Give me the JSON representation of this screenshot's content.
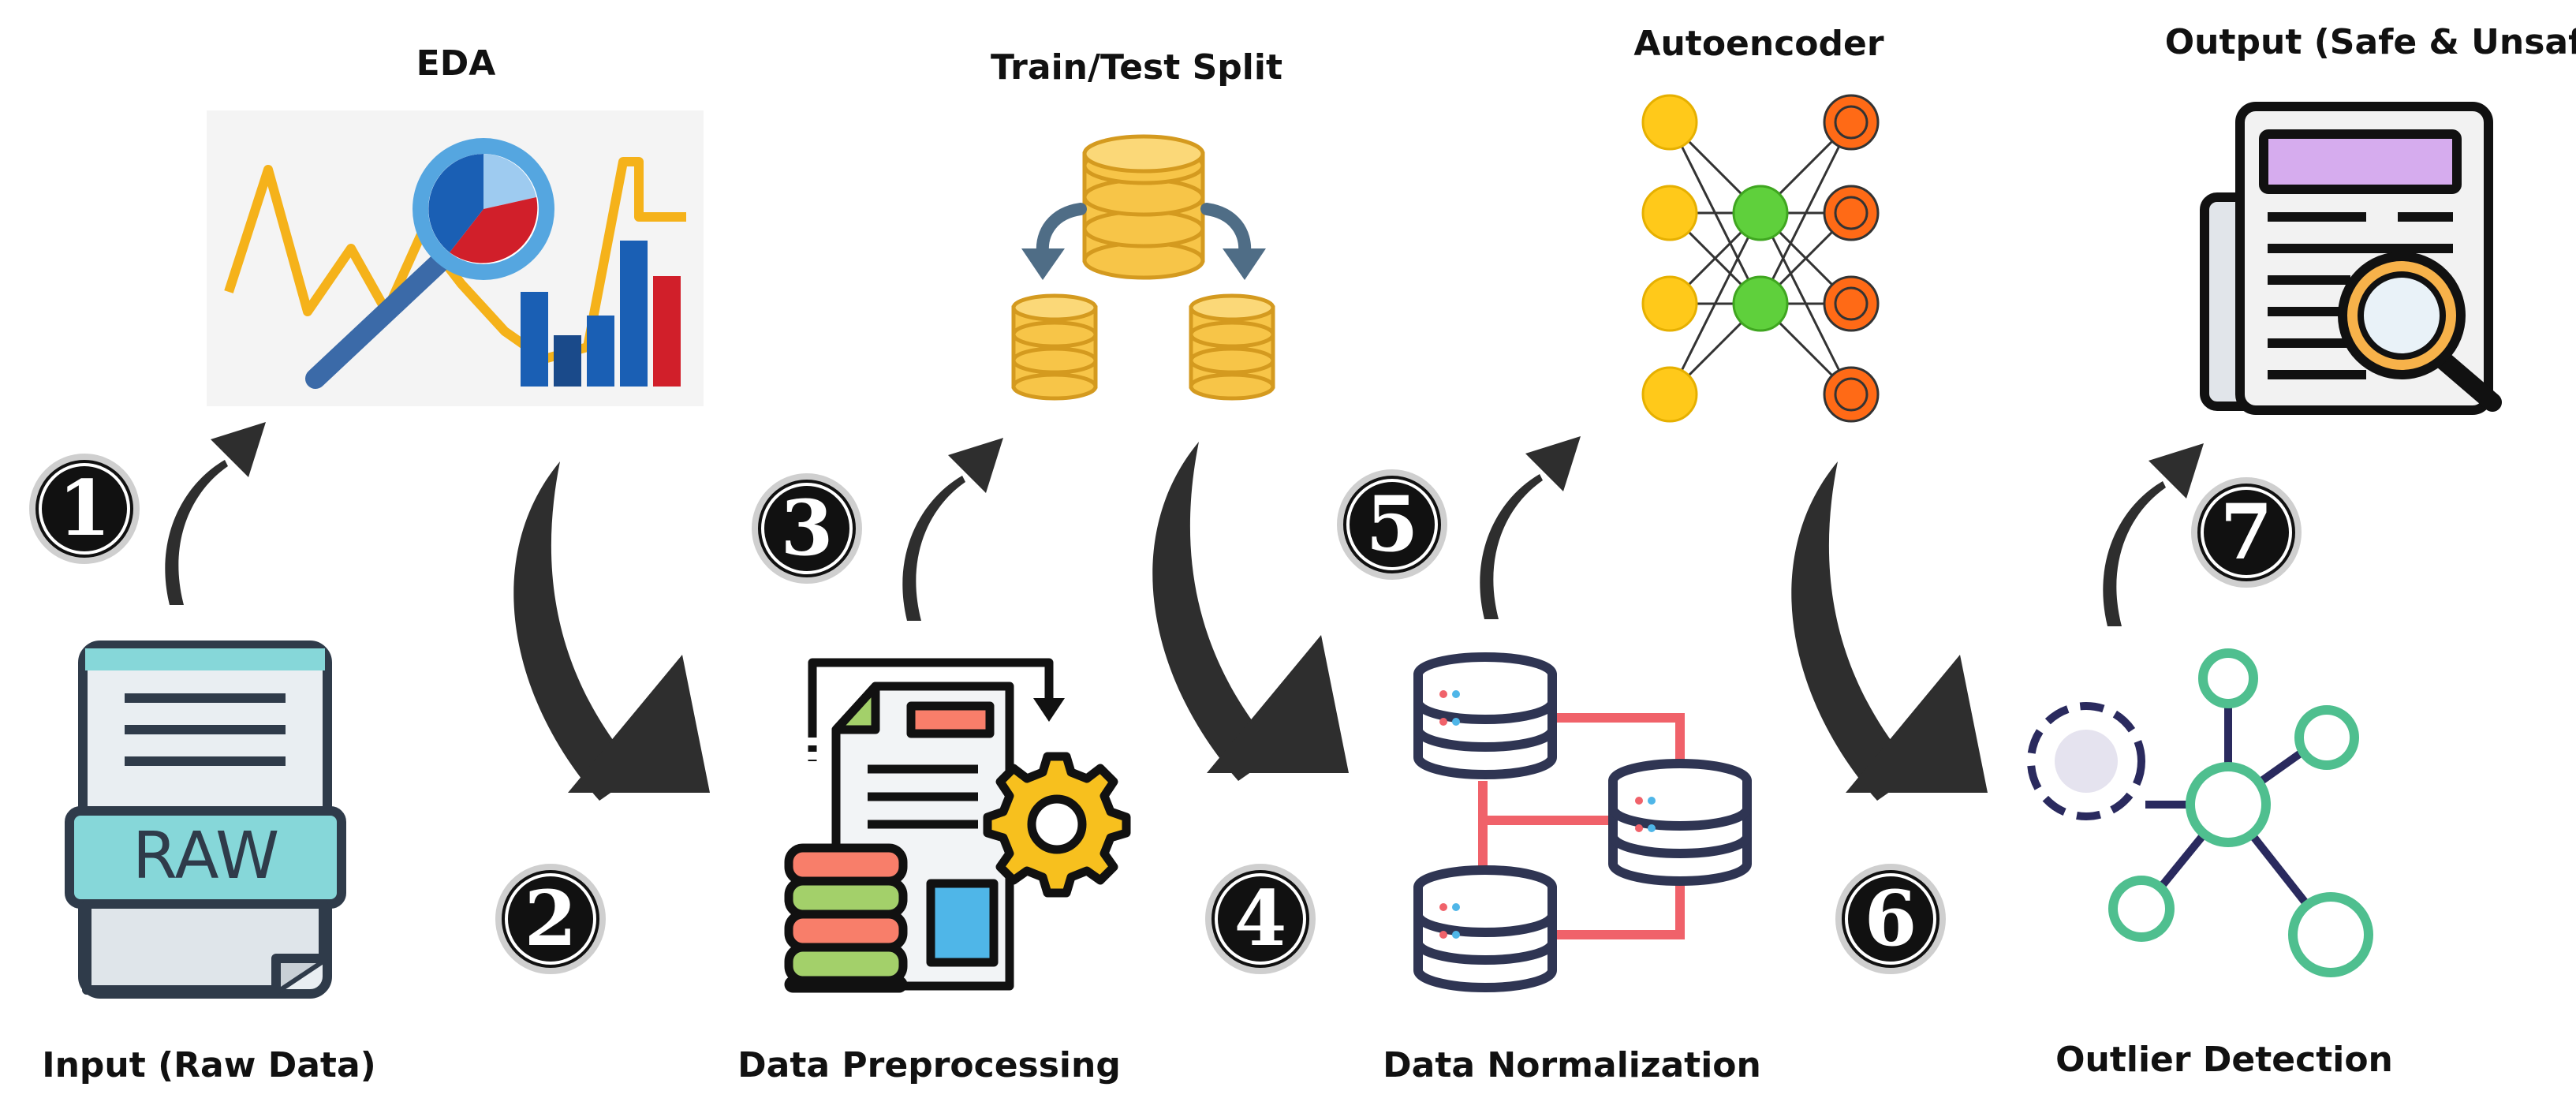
{
  "colors": {
    "arrow": "#2e2e2e",
    "badge_fill": "#111111",
    "eda_line": "#f5b21a",
    "eda_bar_blue": "#1a5fb4",
    "eda_bar_red": "#d11f2a",
    "db_gold": "#f7c548",
    "db_gold_dark": "#d49a1f",
    "split_arrow": "#4f6d86",
    "raw_teal": "#86d7d9",
    "node_yellow": "#ffc91a",
    "node_green": "#5fd03c",
    "node_orange": "#ff6a16",
    "outlier_green": "#4fbf8f",
    "outlier_navy": "#2a2a5e",
    "report_purple": "#d6acee",
    "magnifier_orange": "#f7b24a",
    "server_dark": "#2f3553",
    "link_red": "#f0626a",
    "gear_yellow": "#f7c01e",
    "page_salmon": "#f87e6a",
    "page_green": "#a3d06a",
    "page_blue": "#4fb6e8"
  },
  "steps": [
    {
      "number": "1",
      "label": "Input (Raw Data)",
      "icon": "raw-data-file-icon"
    },
    {
      "number": "2",
      "label": "EDA",
      "icon": "eda-chart-magnifier-icon"
    },
    {
      "number": "3",
      "label": "Data Preprocessing",
      "icon": "preprocessing-document-gear-icon"
    },
    {
      "number": "4",
      "label": "Train/Test Split",
      "icon": "database-split-icon"
    },
    {
      "number": "5",
      "label": "Data Normalization",
      "icon": "connected-servers-icon"
    },
    {
      "number": "6",
      "label": "Autoencoder",
      "icon": "neural-network-icon"
    },
    {
      "number": "7",
      "label": "Outlier Detection",
      "icon": "outlier-graph-icon"
    },
    {
      "number": "",
      "label": "Output (Safe & Unsafe)",
      "icon": "report-magnifier-icon"
    }
  ],
  "icon_text": {
    "raw": "RAW"
  },
  "badges": [
    "1",
    "2",
    "3",
    "4",
    "5",
    "6",
    "7"
  ]
}
